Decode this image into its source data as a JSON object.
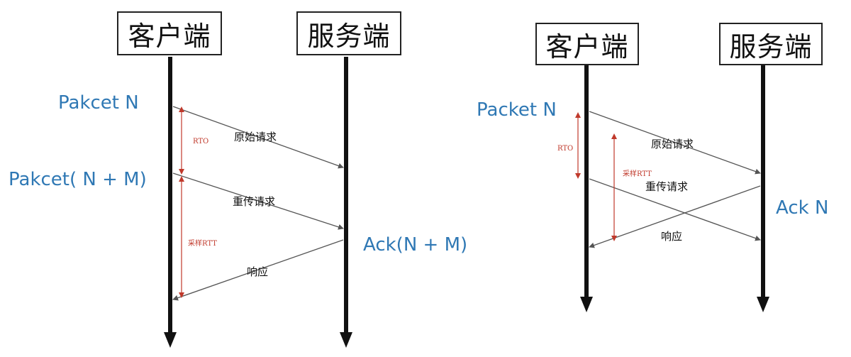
{
  "left_diagram": {
    "client_label": "客户端",
    "server_label": "服务端",
    "packet_n": "Pakcet N",
    "packet_nm": "Pakcet( N + M)",
    "ack": "Ack(N  + M)",
    "msg_original": "原始请求",
    "msg_retransmit": "重传请求",
    "msg_response": "响应",
    "rto": "RTO",
    "sample_rtt": "采样RTT"
  },
  "right_diagram": {
    "client_label": "客户端",
    "server_label": "服务端",
    "packet_n": "Packet N",
    "ack": "Ack N",
    "msg_original": "原始请求",
    "msg_retransmit": "重传请求",
    "msg_response": "响应",
    "rto": "RTO",
    "sample_rtt": "采样RTT"
  },
  "colors": {
    "label_blue": "#2f78b4",
    "annotation_red": "#c0392b",
    "line_black": "#111111",
    "message_gray": "#555555"
  }
}
